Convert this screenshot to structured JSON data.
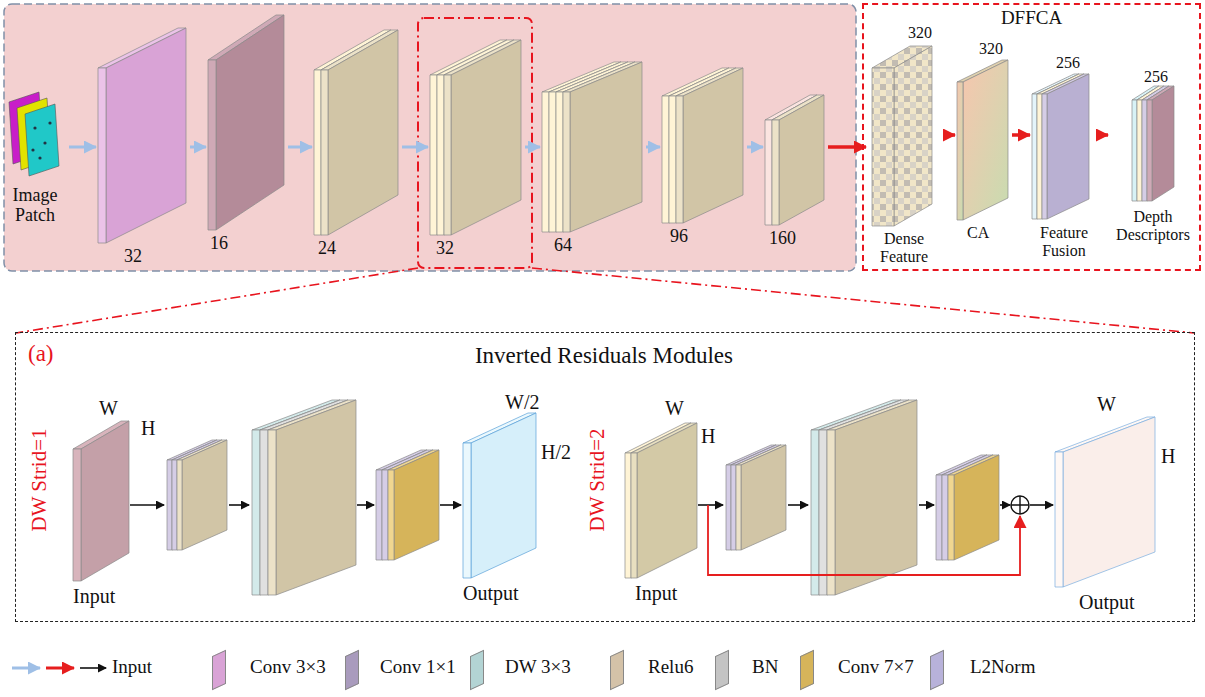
{
  "diagram": {
    "nodes": [
      {
        "text": [
          "Image Patch"
        ]
      },
      {
        "text": [
          "32"
        ]
      },
      {
        "text": [
          "16"
        ]
      },
      {
        "text": [
          "24"
        ]
      },
      {
        "text": [
          "32"
        ]
      },
      {
        "text": [
          "64"
        ]
      },
      {
        "text": [
          "96"
        ]
      },
      {
        "text": [
          "160"
        ]
      },
      {
        "text": [
          "DFFCA"
        ]
      },
      {
        "text": [
          "320",
          "Dense Feature"
        ],
        "in": 8
      },
      {
        "text": [
          "320",
          "CA"
        ],
        "in": 8
      },
      {
        "text": [
          "256",
          "Feature Fusion"
        ],
        "in": 8
      },
      {
        "text": [
          "256",
          "Depth Descriptors"
        ],
        "in": 8
      },
      {
        "text": [
          "(a)",
          "Inverted Residuals Modules"
        ]
      },
      {
        "text": [
          "W",
          "H",
          "Input"
        ],
        "in": 13
      },
      {
        "text": [
          "W/2",
          "H/2",
          "Output"
        ],
        "in": 13
      },
      {
        "text": [
          "W",
          "H",
          "Input"
        ],
        "in": 13
      },
      {
        "text": [
          "W",
          "H",
          "Output"
        ],
        "in": 13
      }
    ],
    "edges": [
      {
        "from": 0,
        "to": 1,
        "arrow": "to"
      },
      {
        "from": 1,
        "to": 2,
        "arrow": "to"
      },
      {
        "from": 2,
        "to": 3,
        "arrow": "to"
      },
      {
        "from": 3,
        "to": 4,
        "arrow": "to"
      },
      {
        "from": 4,
        "to": 5,
        "arrow": "to"
      },
      {
        "from": 5,
        "to": 6,
        "arrow": "to"
      },
      {
        "from": 6,
        "to": 7,
        "arrow": "to"
      },
      {
        "from": 7,
        "to": 9,
        "arrow": "to"
      },
      {
        "from": 9,
        "to": 10,
        "arrow": "to"
      },
      {
        "from": 10,
        "to": 11,
        "arrow": "to"
      },
      {
        "from": 11,
        "to": 12,
        "arrow": "to"
      }
    ],
    "labels": [
      "DW Strid=1",
      "DW Strid=2"
    ],
    "legend": [
      {
        "text": "Input"
      },
      {
        "text": "Conv 3×3",
        "color": "#d9a3d6"
      },
      {
        "text": "Conv 1×1",
        "color": "#a99bbd"
      },
      {
        "text": "DW 3×3",
        "color": "#b3d4d4"
      },
      {
        "text": "Relu6",
        "color": "#d4c2a8"
      },
      {
        "text": "BN",
        "color": "#c4c4c4"
      },
      {
        "text": "Conv 7×7",
        "color": "#d6b45a"
      },
      {
        "text": "L2Norm",
        "color": "#b8b2da"
      }
    ]
  }
}
